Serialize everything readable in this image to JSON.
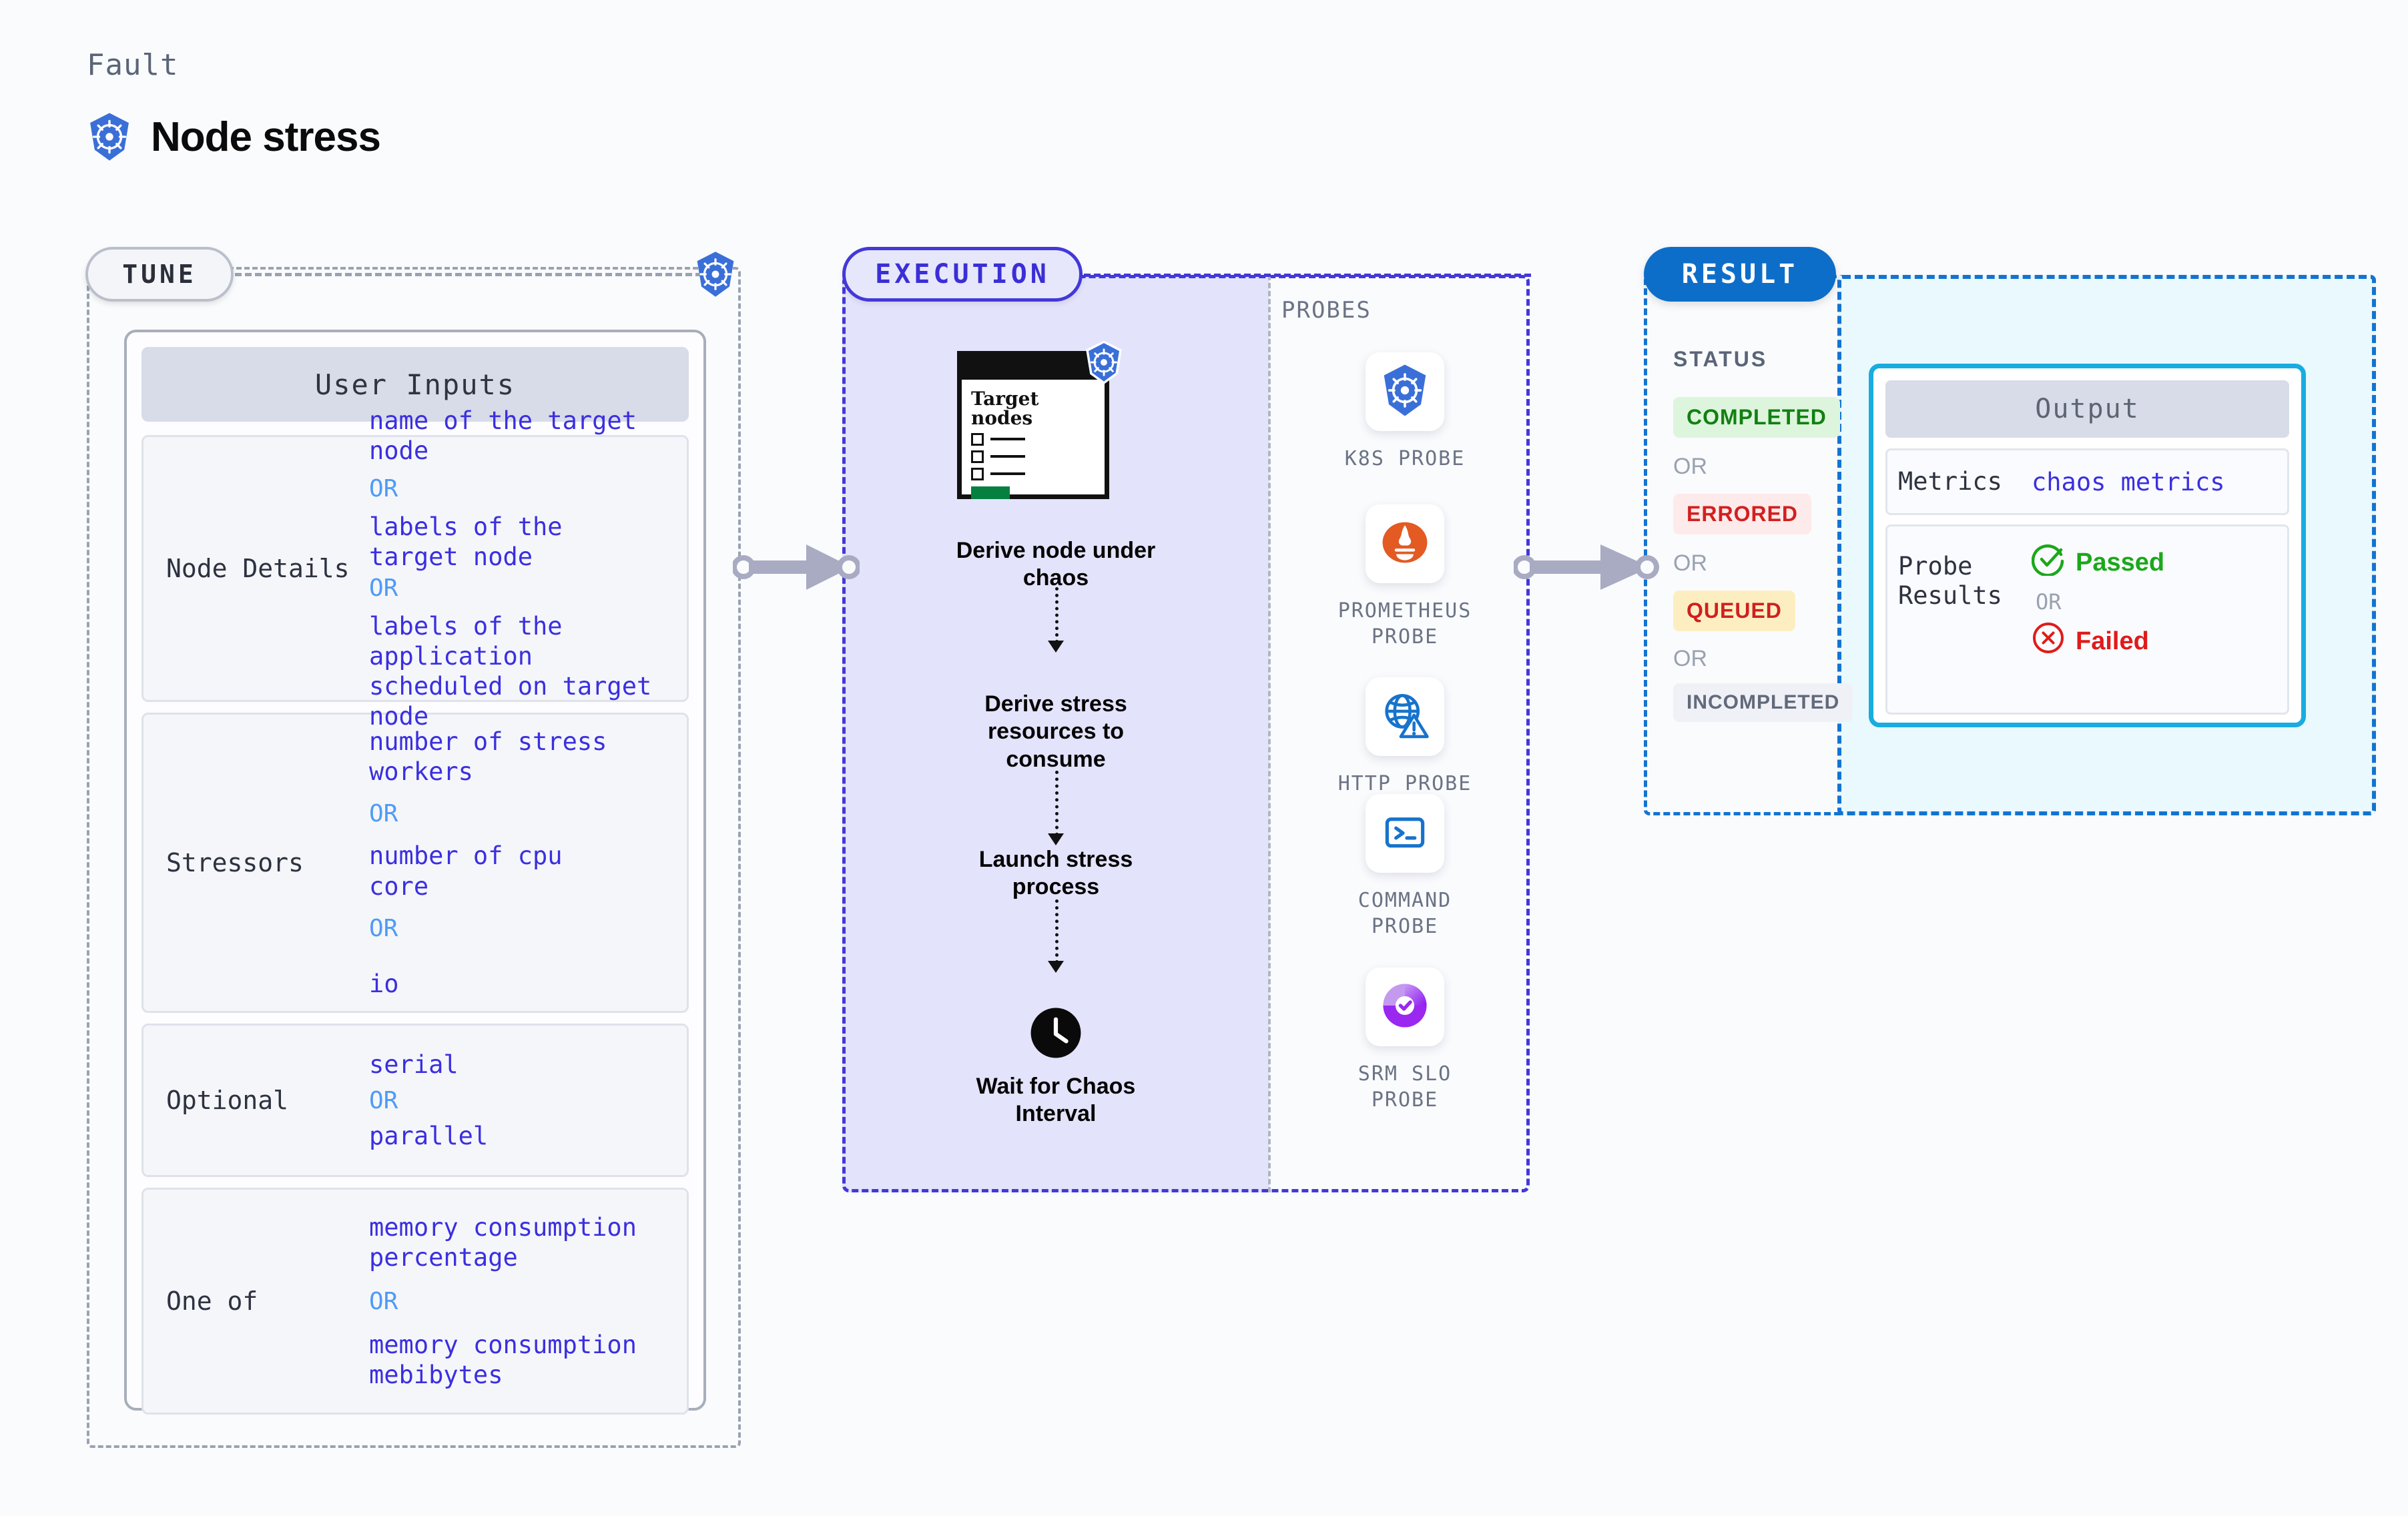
{
  "header": {
    "fault_label": "Fault",
    "fault_title": "Node stress",
    "icon": "kubernetes-icon"
  },
  "colors": {
    "accent_blue": "#3b2fe0",
    "or_blue": "#4f9bf5",
    "tune_border": "#9aa2b1",
    "exec_border": "#4338d8",
    "exec_fill": "#e3e3fb",
    "result_border": "#1473d1",
    "result_fill": "#e9f9fd",
    "output_border": "#18ace0",
    "completed_bg": "#ddf5dd",
    "completed_fg": "#128012",
    "errored_bg": "#fdeaea",
    "errored_fg": "#d31f1f",
    "queued_bg": "#fdeec2",
    "queued_fg": "#cf2020",
    "incompleted_bg": "#f0f1f6",
    "incompleted_fg": "#626a7c",
    "passed_green": "#1ba81b",
    "failed_red": "#e01b1b"
  },
  "tune": {
    "tag": "TUNE",
    "icon": "kubernetes-icon",
    "card_title": "User Inputs",
    "groups": [
      {
        "label": "Node Details",
        "values": [
          "name of the target\nnode",
          "labels of the\ntarget node",
          "labels of the application\n scheduled on target node"
        ],
        "or": "OR"
      },
      {
        "label": "Stressors",
        "values": [
          "number of stress\nworkers",
          "number of cpu\ncore",
          "io"
        ],
        "or": "OR"
      },
      {
        "label": "Optional",
        "values": [
          "serial",
          "parallel"
        ],
        "or": "OR"
      },
      {
        "label": "One of",
        "values": [
          "memory consumption\npercentage",
          "memory consumption\nmebibytes"
        ],
        "or": "OR"
      }
    ]
  },
  "execution": {
    "tag": "EXECUTION",
    "node_card": {
      "title": "Target\nnodes",
      "icon": "kubernetes-icon",
      "checkbox_rows": 3
    },
    "steps": [
      {
        "label": "Derive node under\nchaos"
      },
      {
        "label": "Derive stress\nresources to\nconsume"
      },
      {
        "label": "Launch stress\nprocess"
      },
      {
        "label": "Wait for Chaos\nInterval",
        "icon": "clock-icon"
      }
    ],
    "probes_label": "PROBES",
    "probes": [
      {
        "name": "K8S PROBE",
        "icon": "kubernetes-icon"
      },
      {
        "name": "PROMETHEUS\nPROBE",
        "icon": "prometheus-icon"
      },
      {
        "name": "HTTP PROBE",
        "icon": "globe-warning-icon"
      },
      {
        "name": "COMMAND\nPROBE",
        "icon": "terminal-icon"
      },
      {
        "name": "SRM SLO\nPROBE",
        "icon": "srm-slo-icon"
      }
    ]
  },
  "result": {
    "tag": "RESULT",
    "status_label": "STATUS",
    "or": "OR",
    "statuses": [
      {
        "label": "COMPLETED",
        "bg": "#ddf5dd",
        "fg": "#128012"
      },
      {
        "label": "ERRORED",
        "bg": "#fdeaea",
        "fg": "#d31f1f"
      },
      {
        "label": "QUEUED",
        "bg": "#fdeec2",
        "fg": "#cf2020"
      },
      {
        "label": "INCOMPLETED",
        "bg": "#f0f1f6",
        "fg": "#626a7c"
      }
    ],
    "output": {
      "title": "Output",
      "metrics_label": "Metrics",
      "metrics_value": "chaos metrics",
      "probe_results_label": "Probe\nResults",
      "passed": "Passed",
      "failed": "Failed",
      "or": "OR"
    }
  }
}
